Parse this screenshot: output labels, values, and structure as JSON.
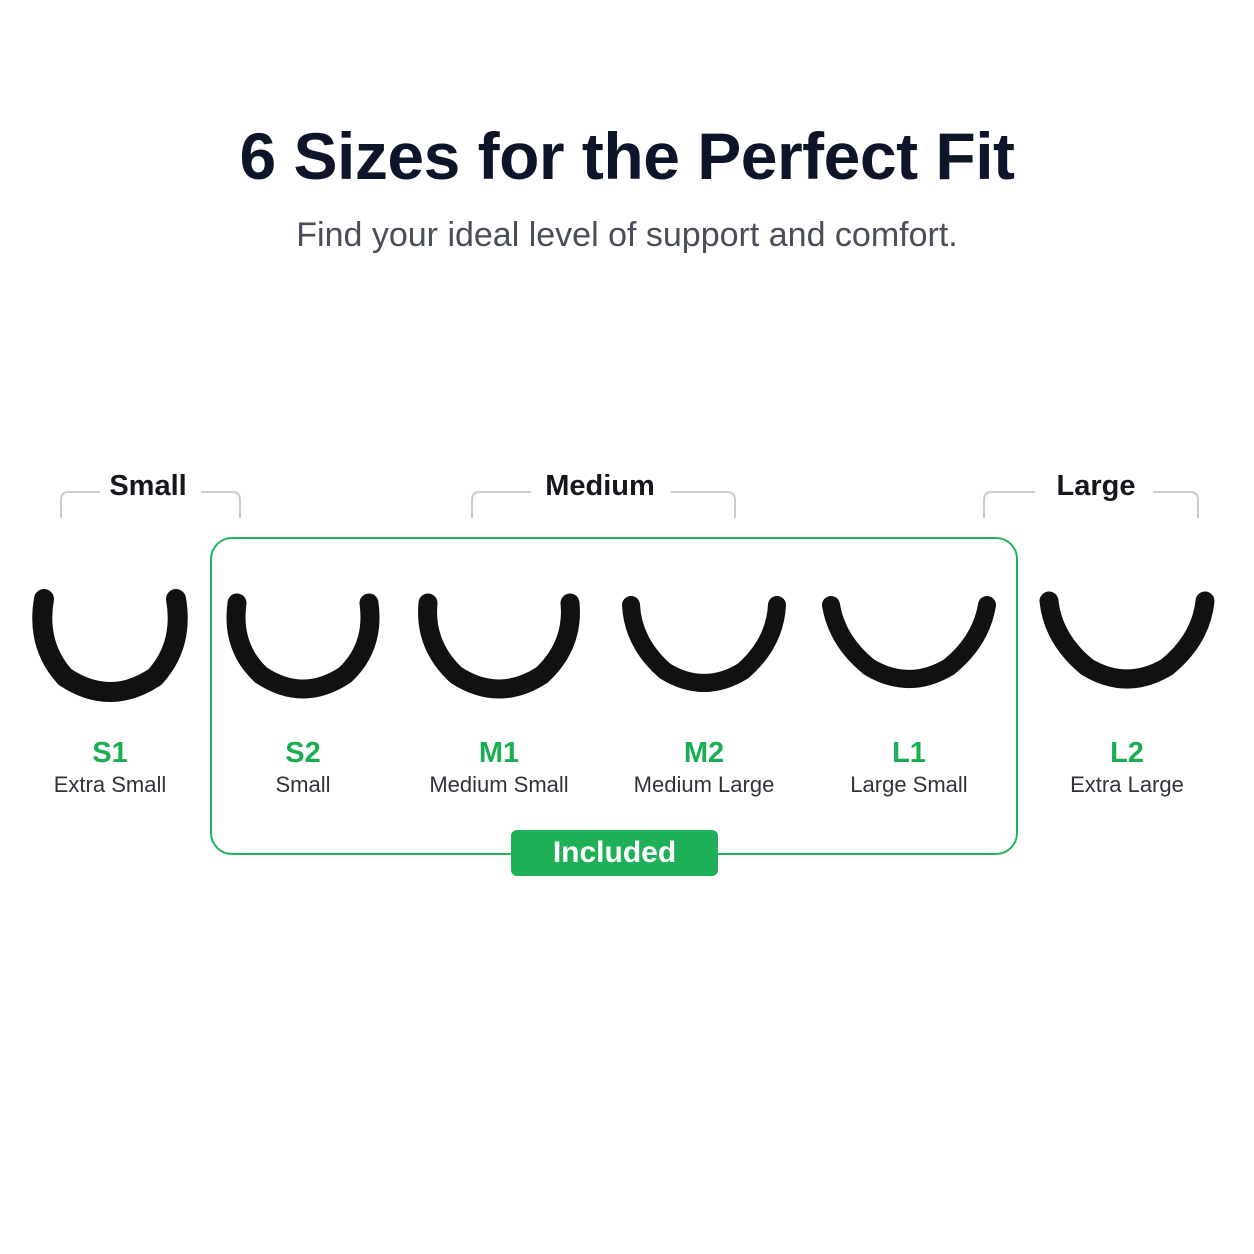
{
  "header": {
    "title": "6 Sizes for the Perfect Fit",
    "subtitle": "Find your ideal level of support and comfort."
  },
  "groups": [
    {
      "label": "Small"
    },
    {
      "label": "Medium"
    },
    {
      "label": "Large"
    }
  ],
  "sizes": [
    {
      "code": "S1",
      "name": "Extra Small"
    },
    {
      "code": "S2",
      "name": "Small"
    },
    {
      "code": "M1",
      "name": "Medium Small"
    },
    {
      "code": "M2",
      "name": "Medium Large"
    },
    {
      "code": "L1",
      "name": "Large Small"
    },
    {
      "code": "L2",
      "name": "Extra Large"
    }
  ],
  "included": {
    "label": "Included"
  },
  "colors": {
    "accent": "#1db056",
    "title": "#0f1528",
    "mouthguard": "#111111"
  },
  "icons": {
    "mouthguard": "mouthguard-icon"
  }
}
